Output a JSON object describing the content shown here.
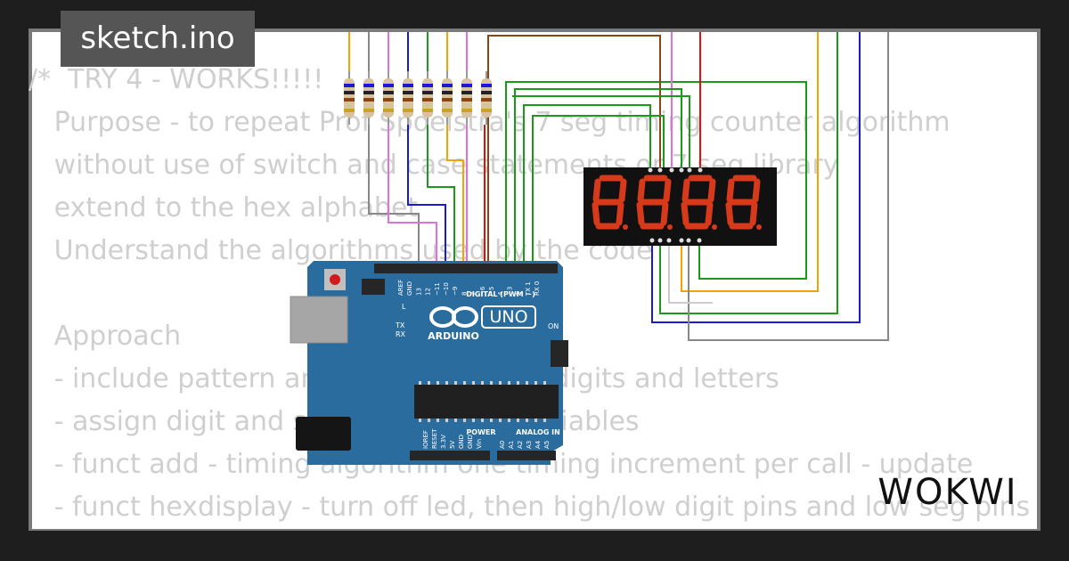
{
  "title": "sketch.ino",
  "code_lines": [
    "/*  TRY 4 - WORKS!!!!!",
    "   Purpose - to repeat Prof Spoelstra's 7 seg timing counter algorithm",
    "   without use of switch and case statements or 7 seg library",
    "   extend to the hex alphabet",
    "   Understand the algorithms used by the code",
    "",
    "   Approach",
    "   - include pattern array for displaying digits and letters",
    "   - assign digit and segment pins to variables",
    "   - funct add - timing algorithm one timing increment per call - update",
    "   - funct hexdisplay - turn off led, then high/low digit pins and low seg pins"
  ],
  "board": {
    "brand": "ARDUINO",
    "model": "UNO",
    "on_label": "ON",
    "tx_label": "TX",
    "rx_label": "RX",
    "l_label": "L",
    "digital_label": "DIGITAL (PWM ~)",
    "power_label": "POWER",
    "analog_label": "ANALOG IN",
    "digital_pins": [
      "AREF",
      "GND",
      "13",
      "12",
      "~11",
      "~10",
      "~9",
      "8",
      "7",
      "~6",
      "~5",
      "4",
      "~3",
      "2",
      "TX 1",
      "RX 0"
    ],
    "power_pins": [
      "IOREF",
      "RESET",
      "3.3V",
      "5V",
      "GND",
      "GND",
      "Vin"
    ],
    "analog_pins": [
      "A0",
      "A1",
      "A2",
      "A3",
      "A4",
      "A5"
    ]
  },
  "display": {
    "digits": 4,
    "segment_color": "#d63a1a"
  },
  "logo": {
    "text": "WOKWI"
  },
  "colors": {
    "background": "#1e1e1e",
    "panel": "#ffffff",
    "board": "#2b6c9e"
  }
}
